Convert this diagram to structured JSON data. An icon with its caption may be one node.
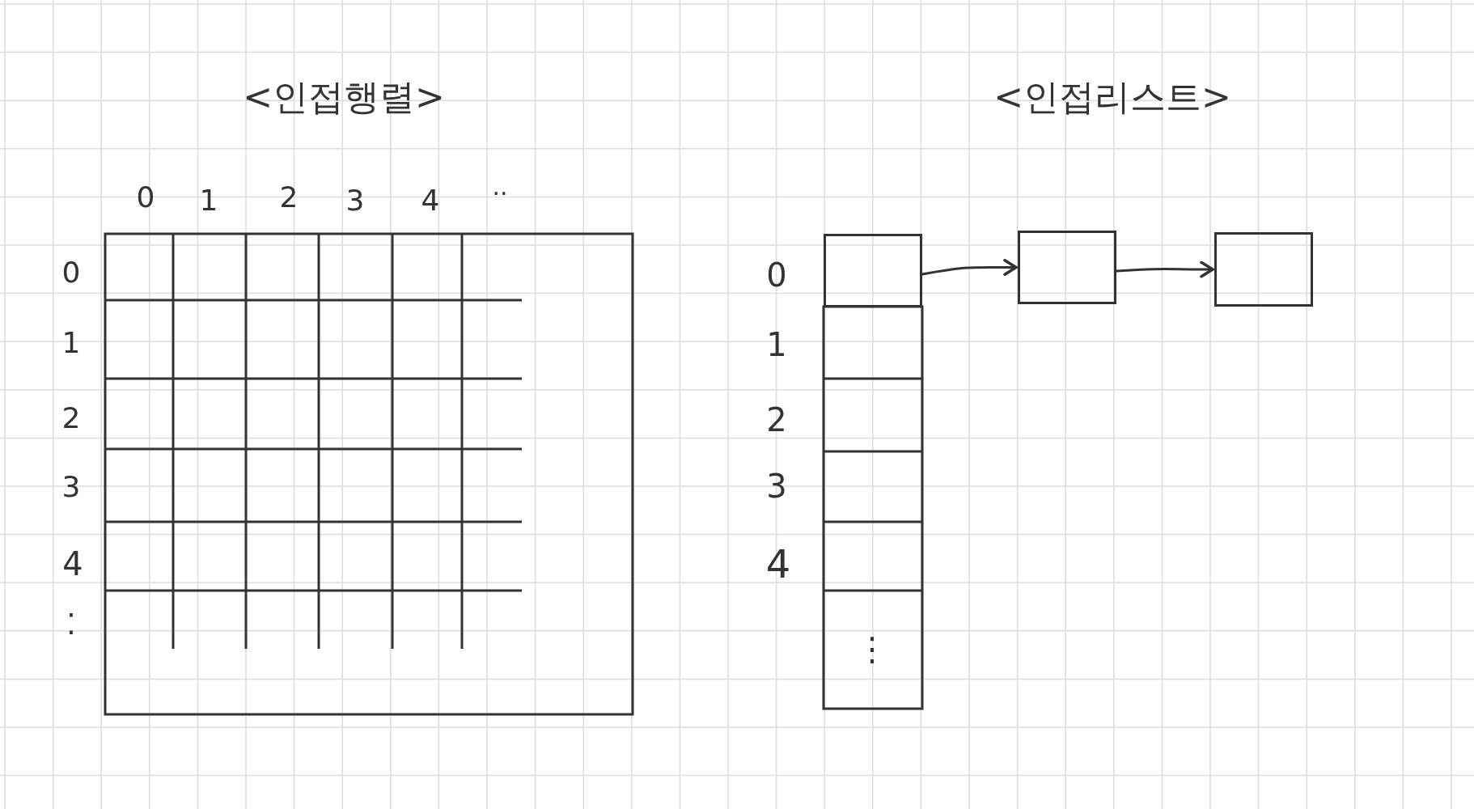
{
  "diagram": {
    "nodes": [
      {
        "text": [],
        "shape": "box"
      },
      {
        "text": [],
        "shape": "box"
      },
      {
        "text": [],
        "shape": "box"
      }
    ],
    "edges": [
      {
        "from": 0,
        "to": 1,
        "arrow": "to"
      },
      {
        "from": 1,
        "to": 2,
        "arrow": "to"
      }
    ],
    "labels": [
      "<인접행렬>",
      "<인접리스트>",
      "0",
      "1",
      "2",
      "3",
      "4",
      "··",
      "0",
      "1",
      "2",
      "3",
      "4",
      "⁚",
      "0",
      "1",
      "2",
      "3",
      "4",
      "⋮"
    ]
  }
}
